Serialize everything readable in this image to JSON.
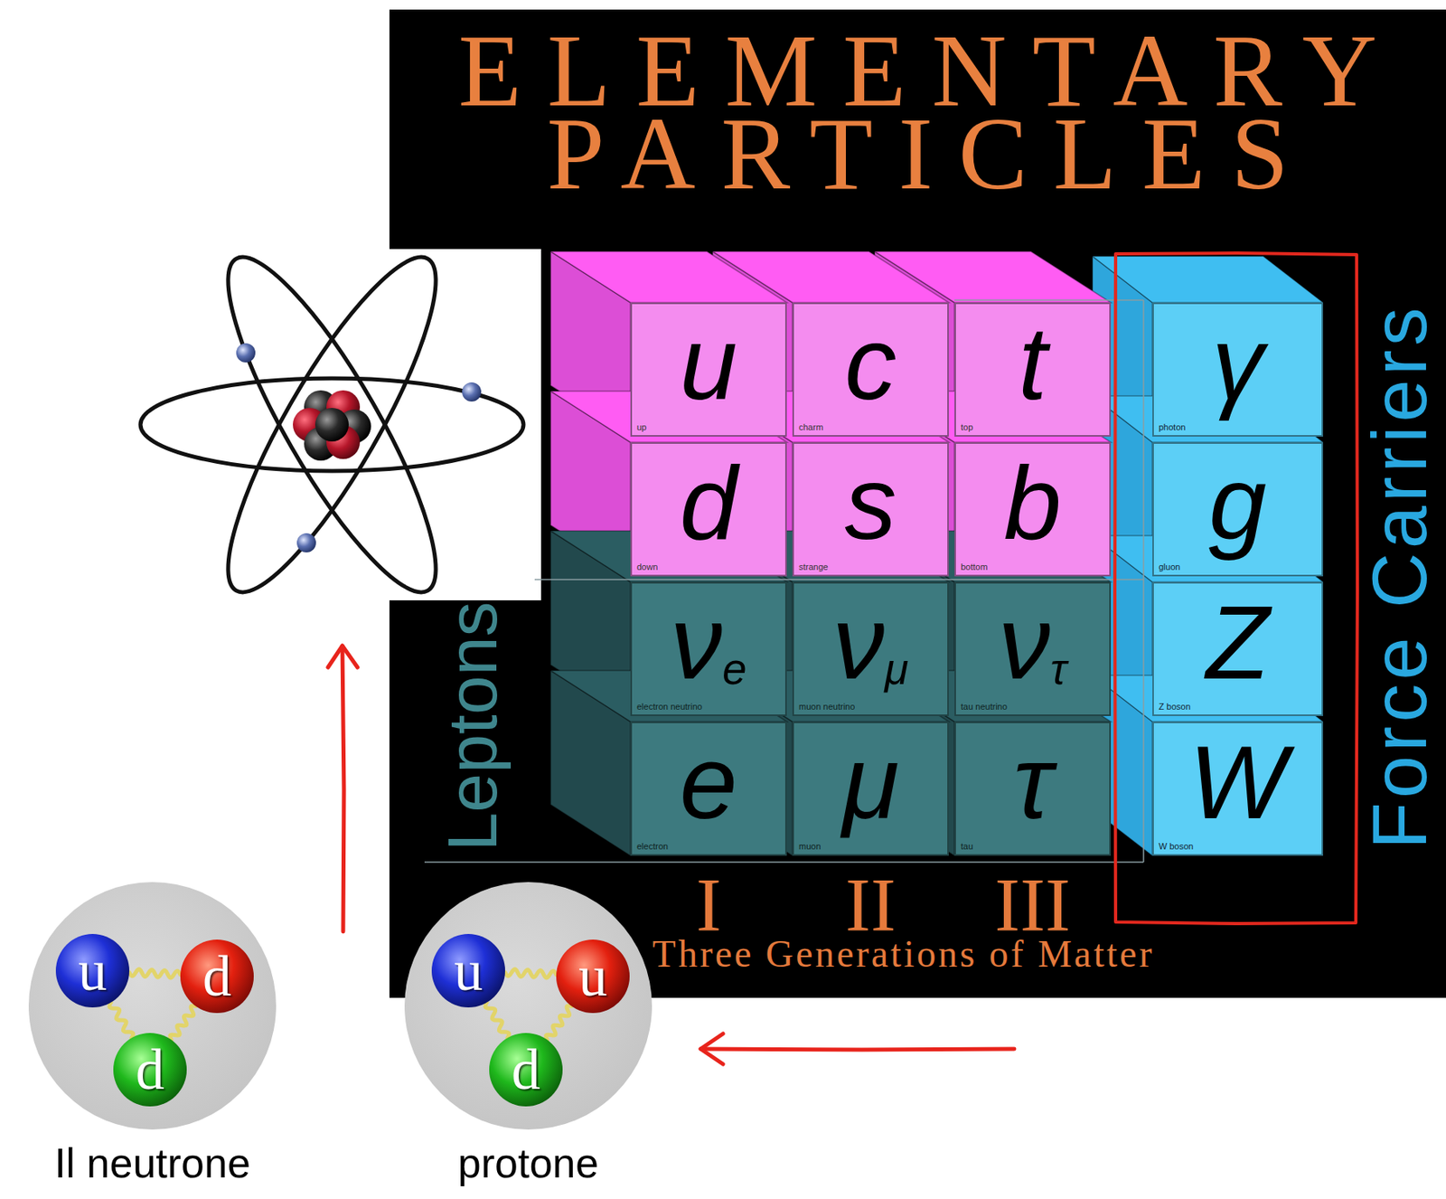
{
  "diagram": {
    "title": "ELEMENTARY PARTICLES",
    "nodes": [
      {
        "text": [
          "u",
          "up"
        ]
      },
      {
        "text": [
          "c",
          "charm"
        ]
      },
      {
        "text": [
          "t",
          "top"
        ]
      },
      {
        "text": [
          "γ",
          "photon"
        ]
      },
      {
        "text": [
          "d",
          "down"
        ]
      },
      {
        "text": [
          "s",
          "strange"
        ]
      },
      {
        "text": [
          "b",
          "bottom"
        ]
      },
      {
        "text": [
          "g",
          "gluon"
        ]
      },
      {
        "text": [
          "νe",
          "electron neutrino"
        ]
      },
      {
        "text": [
          "νμ",
          "muon neutrino"
        ]
      },
      {
        "text": [
          "ντ",
          "tau neutrino"
        ]
      },
      {
        "text": [
          "Z",
          "Z boson"
        ]
      },
      {
        "text": [
          "e",
          "electron"
        ]
      },
      {
        "text": [
          "μ",
          "muon"
        ]
      },
      {
        "text": [
          "τ",
          "tau"
        ]
      },
      {
        "text": [
          "W",
          "W boson"
        ]
      },
      {
        "text": [
          "Il neutrone"
        ]
      },
      {
        "text": [
          "u"
        ],
        "in": 16
      },
      {
        "text": [
          "d"
        ],
        "in": 16
      },
      {
        "text": [
          "d"
        ],
        "in": 16
      },
      {
        "text": [
          "protone"
        ]
      },
      {
        "text": [
          "u"
        ],
        "in": 20
      },
      {
        "text": [
          "u"
        ],
        "in": 20
      },
      {
        "text": [
          "d"
        ],
        "in": 20
      }
    ],
    "edges": [
      {
        "from": 17,
        "to": 18,
        "arrow": "none"
      },
      {
        "from": 17,
        "to": 19,
        "arrow": "none"
      },
      {
        "from": 18,
        "to": 19,
        "arrow": "none"
      },
      {
        "from": 21,
        "to": 22,
        "arrow": "none"
      },
      {
        "from": 21,
        "to": 23,
        "arrow": "none"
      },
      {
        "from": 22,
        "to": 23,
        "arrow": "none"
      }
    ],
    "labels": [
      "Leptons",
      "Force Carriers",
      "I",
      "II",
      "III",
      "Three Generations of Matter"
    ]
  }
}
